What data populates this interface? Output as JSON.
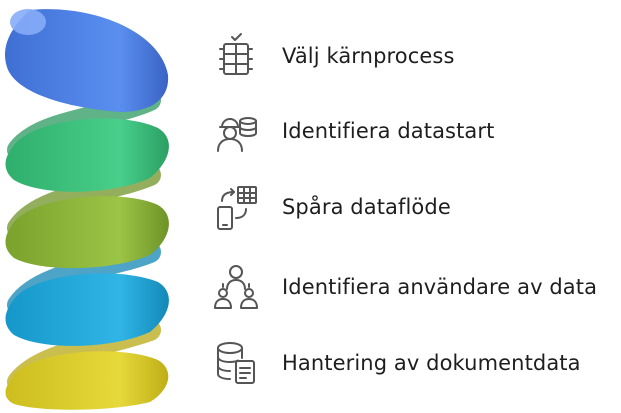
{
  "steps": [
    {
      "label": "Välj kärnprocess",
      "icon": "server-rack-check-icon",
      "color": "#4a7fde"
    },
    {
      "label": "Identifiera datastart",
      "icon": "worker-database-icon",
      "color": "#3cbf7d"
    },
    {
      "label": "Spåra dataflöde",
      "icon": "phone-to-table-sync-icon",
      "color": "#8cb43a"
    },
    {
      "label": "Identifiera användare av data",
      "icon": "user-group-icon",
      "color": "#1fa6d8"
    },
    {
      "label": "Hantering av dokumentdata",
      "icon": "database-document-icon",
      "color": "#dccd2b"
    }
  ]
}
